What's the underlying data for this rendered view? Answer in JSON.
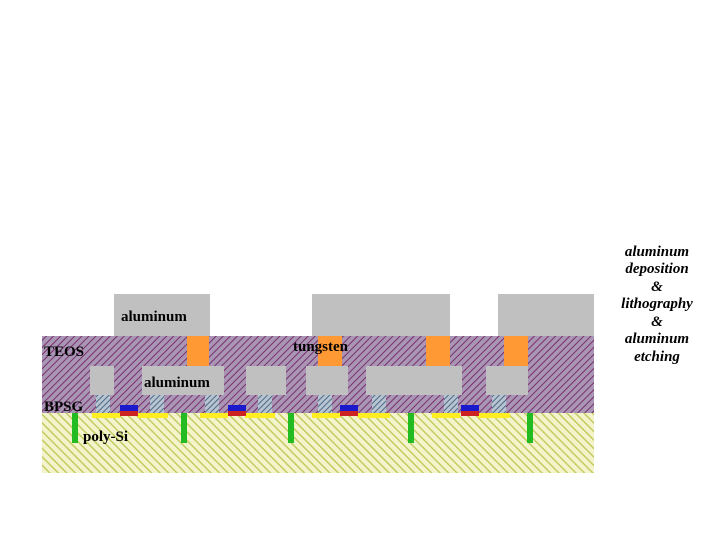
{
  "diagram": {
    "layers": {
      "top_metal": "aluminum",
      "teos": "TEOS",
      "plug": "tungsten",
      "lower_metal": "aluminum",
      "bpsg": "BPSG",
      "substrate": "poly-Si"
    },
    "step_caption": [
      "aluminum",
      "deposition",
      "&",
      "lithography",
      "&",
      "aluminum",
      "etching"
    ]
  },
  "colors": {
    "substrate_bg": "#f4f4cc",
    "substrate_hatch": "#c2cc62",
    "dielectric_bg": "#a896b4",
    "dielectric_hatch": "#7a2e6e",
    "aluminum": "#c0c0c0",
    "tungsten": "#ff9933",
    "poly_green": "#22bb22",
    "gate_blue": "#1a1acc",
    "gate_red": "#cc2222",
    "silicide_yellow": "#ffee22",
    "contact_hatch": "#4a6a8a"
  }
}
